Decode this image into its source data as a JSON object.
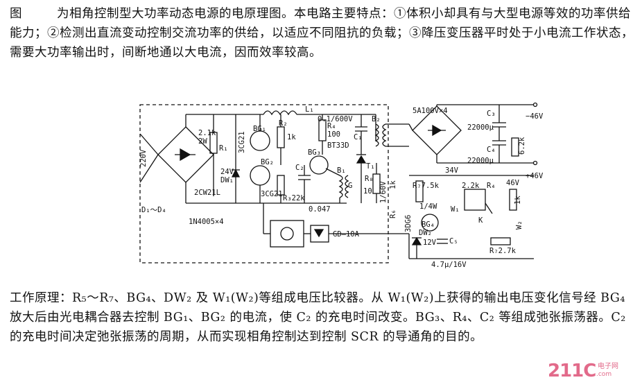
{
  "intro": {
    "fig_label": "图",
    "text": "为相角控制型大功率动态电源的电原理图。本电路主要特点：①体积小却具有与大型电源等效的功率供给能力；②检测出直流变动控制交流功率的供给，以适应不同阻抗的负载；③降压变压器平时处于小电流工作状态，需要大功率输出时，间断地通以大电流，因而效率较高。"
  },
  "circuit": {
    "labels": {
      "ac_input": "220V",
      "bridge": "D₁～D₄",
      "bridge_type": "1N4005×4",
      "r1_value": "2W",
      "r1_res": "2.1k",
      "r1": "R₁",
      "l1": "L₁",
      "bg1": "BG₁",
      "bg1_type": "3CG21",
      "bg2": "BG₂",
      "bg2_type": "3CG21",
      "r2": "R₂",
      "r2_val": "1k",
      "r3": "R₃22k",
      "dw1_v": "24V",
      "dw1": "DW₁",
      "dw1_type": "2CW21L",
      "c2": "C₂",
      "c2_val": "0.047",
      "r4": "R₄",
      "r4_val": "100",
      "bg3": "BG₃",
      "bg3_type": "BT33D",
      "b1": "B₁",
      "b2": "B₂",
      "t1": "T₁",
      "c1_top": "0.1/600V",
      "c1": "C₁",
      "g": "G",
      "r8": "R₈",
      "r8_val": "10",
      "scr": "1/60V",
      "r6": "R₆",
      "r6_val": "1k",
      "bridge2": "5A100V×4",
      "c3": "C₃",
      "c3_val": "22000μ",
      "c4": "C₄",
      "c4_val": "22000μ",
      "r6k2": "6.2k",
      "v_neg": "−46V",
      "v_pos": "+46V",
      "v34": "34V",
      "v46": "46V",
      "r7": "R₇7.5k",
      "r7w": "1/4W",
      "bg4": "BG₄",
      "bg4_type": "3DG6",
      "w1": "W₁",
      "w2": "W₂",
      "r22k": "2.2k",
      "r4b": "R₄",
      "k": "K",
      "dw2": "DW₂",
      "dw2_v": "12V",
      "c5": "C₅",
      "c5_val": "4.7μ/16V",
      "r27": "R₇2.7k",
      "r1k": "1k",
      "coupler": "GD—10A"
    }
  },
  "principle": {
    "text": "工作原理：R₅～R₇、BG₄、DW₂ 及 W₁(W₂)等组成电压比较器。从 W₁(W₂)上获得的输出电压变化信号经 BG₄ 放大后由光电耦合器去控制 BG₁、BG₂ 的电流，使 C₂ 的充电时间改变。BG₃、R₄、C₂ 等组成弛张振荡器。C₂ 的充电时间决定弛张振荡的周期，从而实现相角控制达到控制 SCR 的导通角的目的。"
  },
  "watermark": {
    "main": "211C",
    "sub": "电子网",
    "domain": ".com"
  }
}
